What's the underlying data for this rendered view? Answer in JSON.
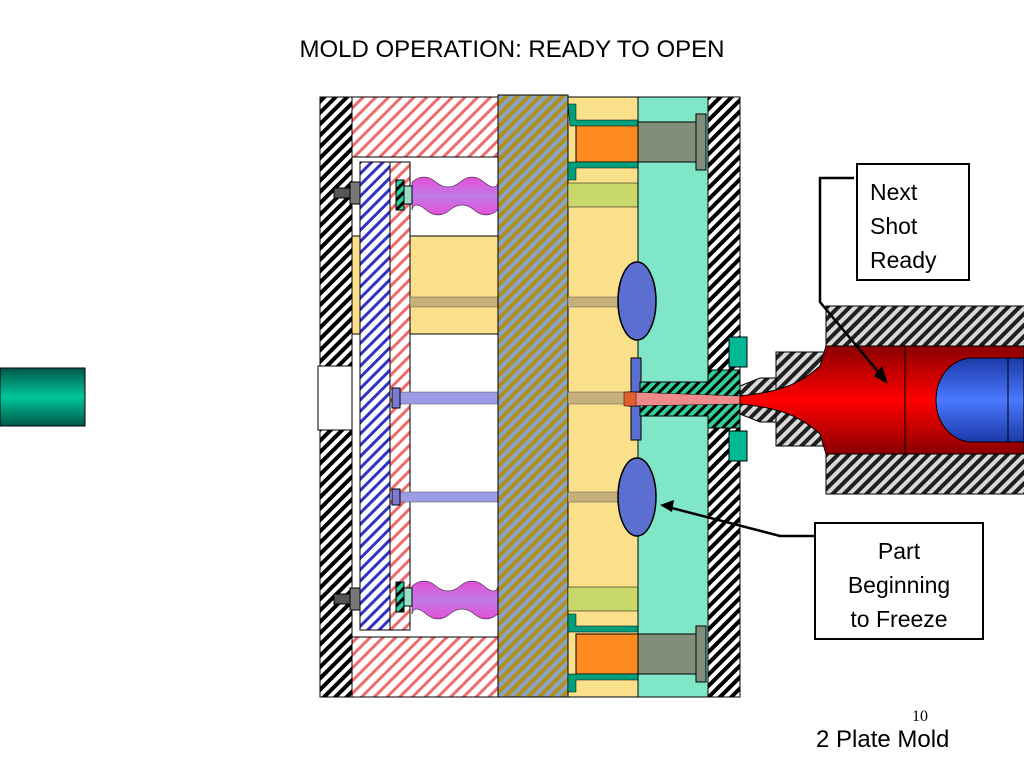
{
  "title": "MOLD OPERATION: READY TO OPEN",
  "callouts": {
    "next_shot": [
      "Next",
      "Shot",
      "Ready"
    ],
    "part_freeze": [
      "Part",
      "Beginning",
      "to Freeze"
    ]
  },
  "slide_number": "10",
  "footer": "2 Plate Mold",
  "colors": {
    "ejector_half": "#fbe08c",
    "stationary_half": "#7fe6c8",
    "melt": "#ff0000",
    "screw": "#3a5fd6",
    "part": "#5a6fd0",
    "leader_pin": "#ff8a1f",
    "spring": "#c27ae8",
    "piston": "#009e7a"
  }
}
